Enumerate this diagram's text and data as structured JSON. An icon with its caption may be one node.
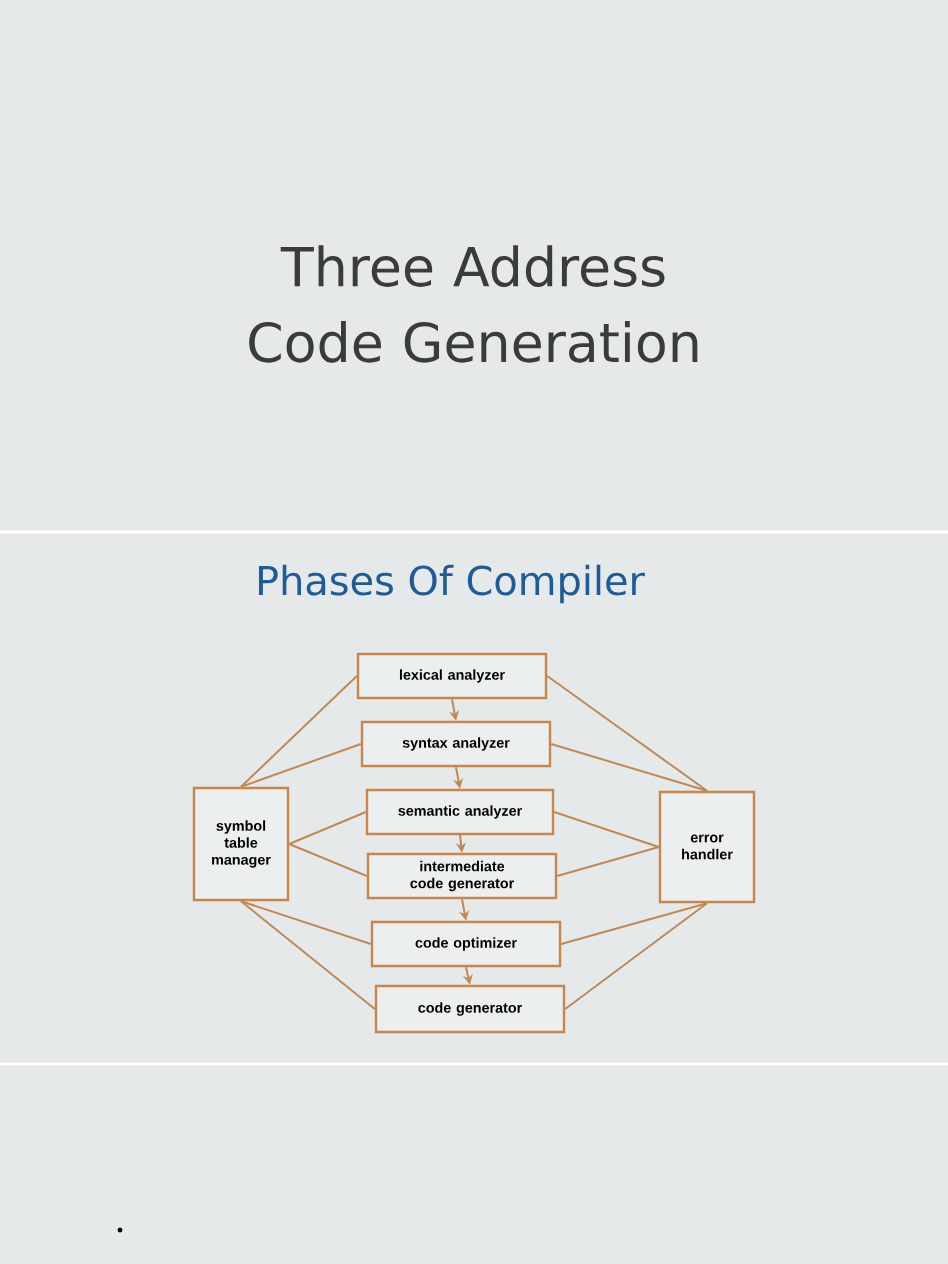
{
  "diagram": {
    "title": "Three  Address Code Generation",
    "nodes": [
      {
        "text": [
          "lexical analyzer"
        ]
      },
      {
        "text": [
          "syntax analyzer"
        ]
      },
      {
        "text": [
          "semantic analyzer"
        ]
      },
      {
        "text": [
          "intermediate code generator"
        ]
      },
      {
        "text": [
          "code optimizer"
        ]
      },
      {
        "text": [
          "code generator"
        ]
      },
      {
        "text": [
          "symbol table manager"
        ]
      },
      {
        "text": [
          "error handler"
        ]
      }
    ],
    "edges": [
      {
        "from": 0,
        "to": 1,
        "arrow": "to"
      },
      {
        "from": 1,
        "to": 2,
        "arrow": "to"
      },
      {
        "from": 2,
        "to": 3,
        "arrow": "to"
      },
      {
        "from": 3,
        "to": 4,
        "arrow": "to"
      },
      {
        "from": 4,
        "to": 5,
        "arrow": "to"
      },
      {
        "from": 6,
        "to": 0,
        "arrow": "none"
      },
      {
        "from": 6,
        "to": 1,
        "arrow": "none"
      },
      {
        "from": 6,
        "to": 2,
        "arrow": "none"
      },
      {
        "from": 6,
        "to": 3,
        "arrow": "none"
      },
      {
        "from": 6,
        "to": 4,
        "arrow": "none"
      },
      {
        "from": 6,
        "to": 5,
        "arrow": "none"
      },
      {
        "from": 7,
        "to": 0,
        "arrow": "none"
      },
      {
        "from": 7,
        "to": 1,
        "arrow": "none"
      },
      {
        "from": 7,
        "to": 2,
        "arrow": "none"
      },
      {
        "from": 7,
        "to": 3,
        "arrow": "none"
      },
      {
        "from": 7,
        "to": 4,
        "arrow": "none"
      },
      {
        "from": 7,
        "to": 5,
        "arrow": "none"
      }
    ],
    "labels": [
      "Phases Of Compiler"
    ]
  }
}
